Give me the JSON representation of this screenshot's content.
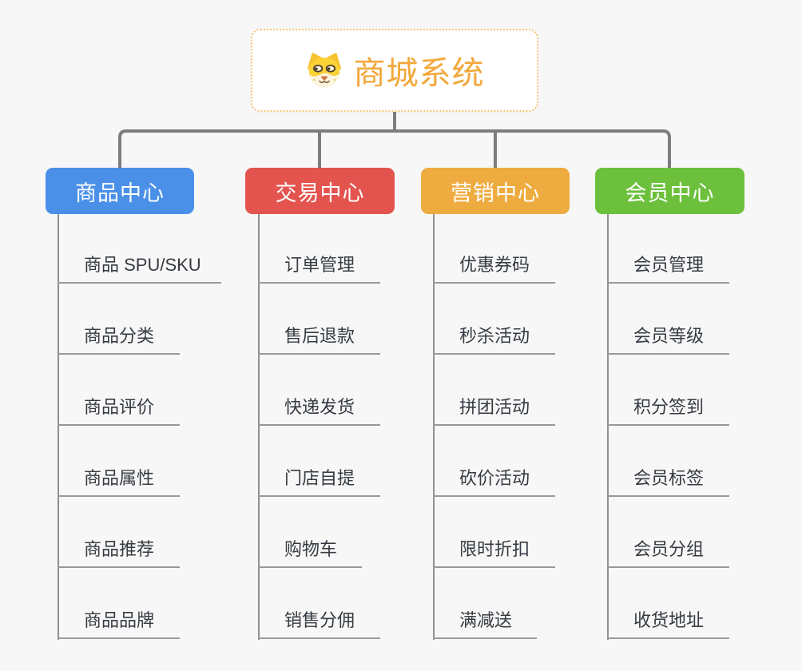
{
  "root": {
    "title": "商城系统",
    "icon": "dog-face-icon"
  },
  "branches": [
    {
      "label": "商品中心",
      "color": "#4b90e8",
      "children": [
        "商品 SPU/SKU",
        "商品分类",
        "商品评价",
        "商品属性",
        "商品推荐",
        "商品品牌"
      ]
    },
    {
      "label": "交易中心",
      "color": "#e4544f",
      "children": [
        "订单管理",
        "售后退款",
        "快递发货",
        "门店自提",
        "购物车",
        "销售分佣"
      ]
    },
    {
      "label": "营销中心",
      "color": "#eeab3f",
      "children": [
        "优惠券码",
        "秒杀活动",
        "拼团活动",
        "砍价活动",
        "限时折扣",
        "满减送"
      ]
    },
    {
      "label": "会员中心",
      "color": "#6cc03c",
      "children": [
        "会员管理",
        "会员等级",
        "积分签到",
        "会员标签",
        "会员分组",
        "收货地址"
      ]
    }
  ],
  "colors": {
    "background": "#f7f7f7",
    "root_title_text": "#f2a83c",
    "root_border": "#f7c577",
    "connector_line": "#7d7d7d",
    "child_line": "#999999",
    "child_text": "#363b42"
  }
}
